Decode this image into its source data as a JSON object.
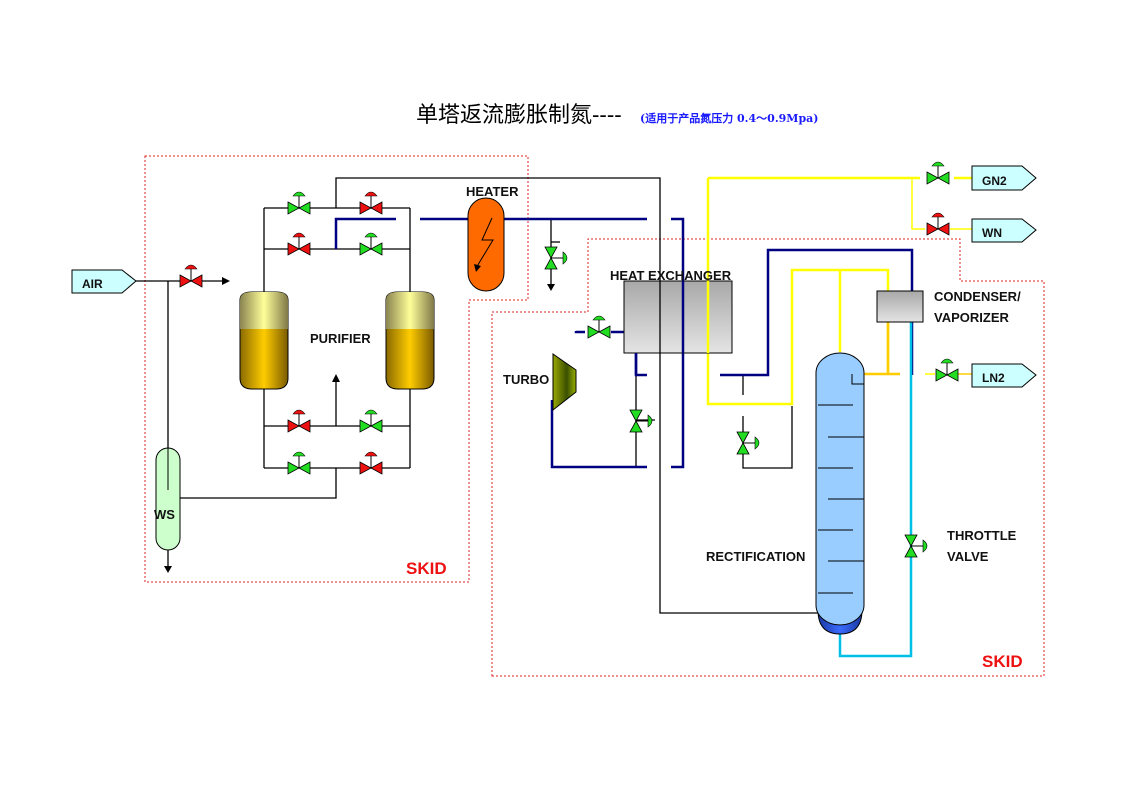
{
  "title": {
    "main": "单塔返流膨胀制氮----",
    "subtitle": "(适用于产品氮压力 0.4～0.9Mpa)"
  },
  "colors": {
    "skid_border": "#dd2222",
    "valve_open": "#22dd22",
    "valve_closed": "#ee1111",
    "air_line": "#000000",
    "process_line": "#000080",
    "product_line": "#ffff00",
    "liquid_line": "#00c0e8",
    "heater": "#ff6a00",
    "purifier": "#e0b000",
    "column": "#99ccff",
    "tag_fill": "#ccffff"
  },
  "stream_tags": {
    "air": "AIR",
    "gn2": "GN2",
    "wn": "WN",
    "ln2": "LN2"
  },
  "equipment_labels": {
    "heater": "HEATER",
    "purifier": "PURIFIER",
    "ws": "WS",
    "heat_exchanger": "HEAT EXCHANGER",
    "turbo": "TURBO",
    "condenser_line1": "CONDENSER/",
    "condenser_line2": "VAPORIZER",
    "rectification": "RECTIFICATION",
    "throttle_line1": "THROTTLE",
    "throttle_line2": "VALVE"
  },
  "skids": [
    {
      "label": "SKID"
    },
    {
      "label": "SKID"
    }
  ],
  "valve_states": {
    "air_inlet": "closed",
    "purifier_top_left_upper": "open",
    "purifier_top_right_upper": "closed",
    "purifier_top_left_lower": "closed",
    "purifier_top_right_lower": "open",
    "purifier_bottom_left_upper": "closed",
    "purifier_bottom_right_upper": "open",
    "purifier_bottom_left_lower": "open",
    "purifier_bottom_right_lower": "closed",
    "gn2_outlet": "open",
    "wn_outlet": "closed",
    "ln2_outlet": "open",
    "turbo_inlet": "open"
  }
}
